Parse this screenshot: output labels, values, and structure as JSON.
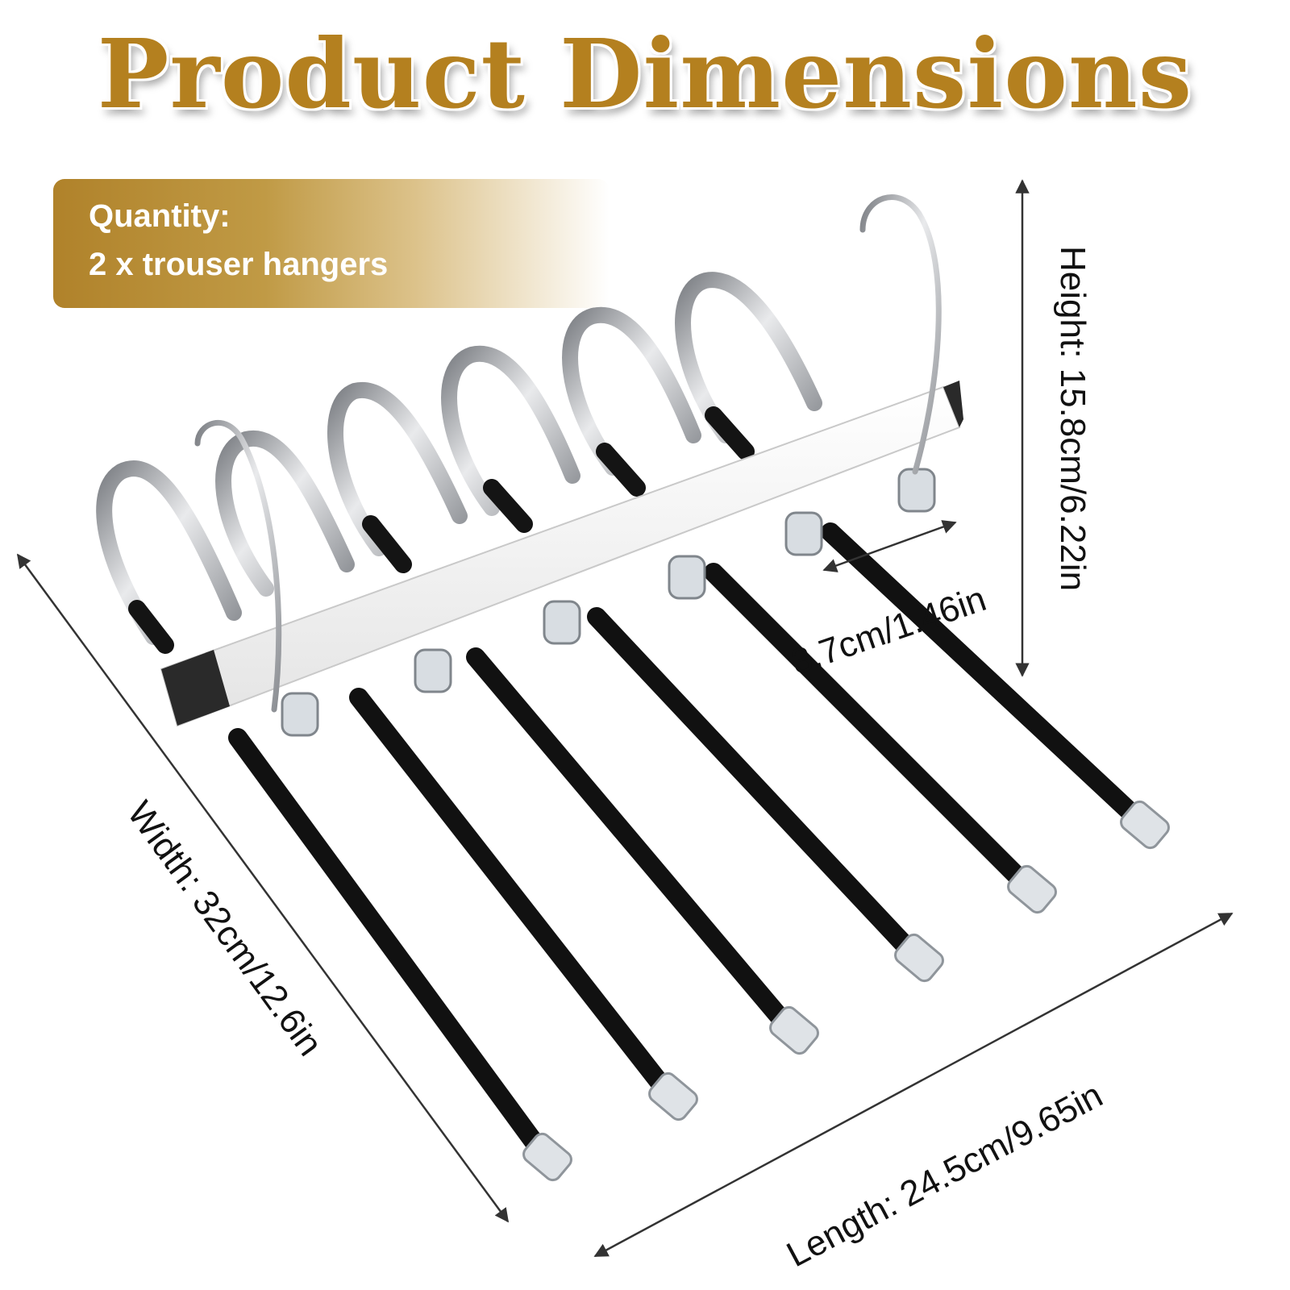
{
  "title": "Product Dimensions",
  "quantity": {
    "label": "Quantity:",
    "value": "2 x trouser hangers"
  },
  "dimensions": {
    "height": "Height: 15.8cm/6.22in",
    "rod_spacing": "3.7cm/1.46in",
    "width": "Width: 32cm/12.6in",
    "length": "Length: 24.5cm/9.65in"
  },
  "colors": {
    "title": "#b4801f",
    "banner": "#b0822a",
    "rod_foam": "#111111",
    "steel": "#b9bcc0",
    "bar": "#f3f3f3"
  }
}
